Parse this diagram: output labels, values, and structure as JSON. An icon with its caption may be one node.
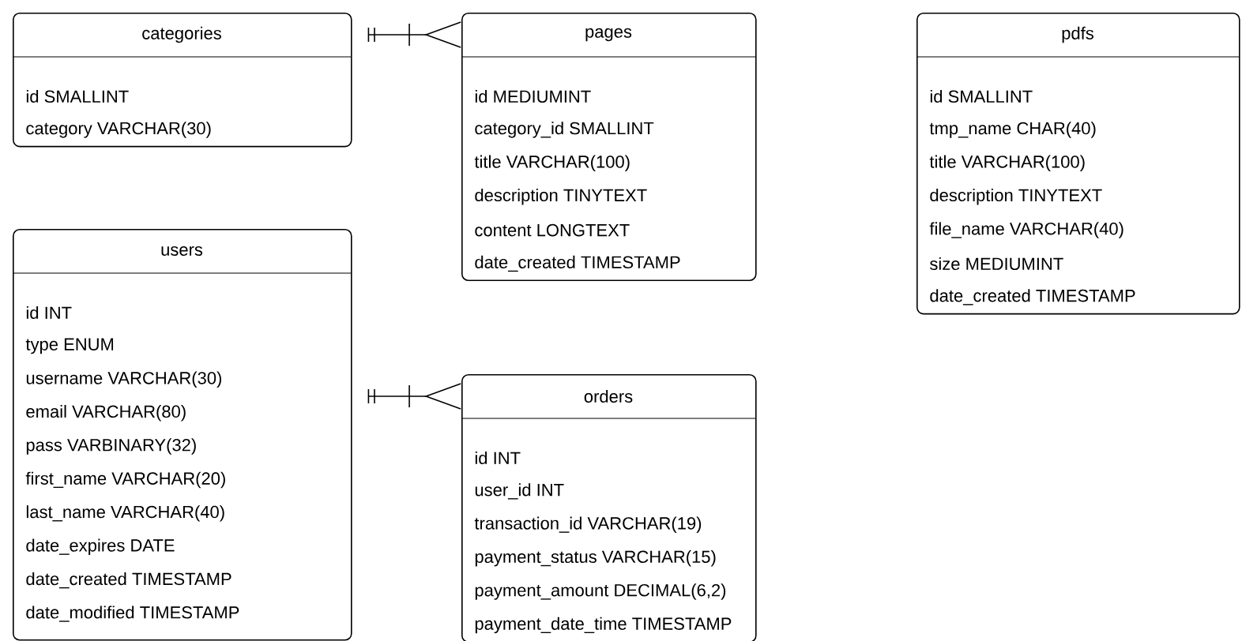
{
  "diagram": {
    "nodes": [
      {
        "text": [
          "categories",
          "id SMALLINT",
          "category VARCHAR(30)"
        ]
      },
      {
        "text": [
          "pages",
          "id MEDIUMINT",
          "category_id SMALLINT",
          "title VARCHAR(100)",
          "description TINYTEXT",
          "content LONGTEXT",
          "date_created TIMESTAMP"
        ]
      },
      {
        "text": [
          "pdfs",
          "id SMALLINT",
          "tmp_name CHAR(40)",
          "title VARCHAR(100)",
          "description TINYTEXT",
          "file_name VARCHAR(40)",
          "size MEDIUMINT",
          "date_created TIMESTAMP"
        ]
      },
      {
        "text": [
          "users",
          "id INT",
          "type ENUM",
          "username VARCHAR(30)",
          "email VARCHAR(80)",
          "pass VARBINARY(32)",
          "first_name VARCHAR(20)",
          "last_name VARCHAR(40)",
          "date_expires DATE",
          "date_created TIMESTAMP",
          "date_modified TIMESTAMP"
        ]
      },
      {
        "text": [
          "orders",
          "id INT",
          "user_id INT",
          "transaction_id VARCHAR(19)",
          "payment_status VARCHAR(15)",
          "payment_amount DECIMAL(6,2)",
          "payment_date_time TIMESTAMP"
        ]
      }
    ],
    "edges": [
      {
        "from": 0,
        "to": 1,
        "arrow": "other"
      },
      {
        "from": 3,
        "to": 4,
        "arrow": "other"
      }
    ]
  }
}
